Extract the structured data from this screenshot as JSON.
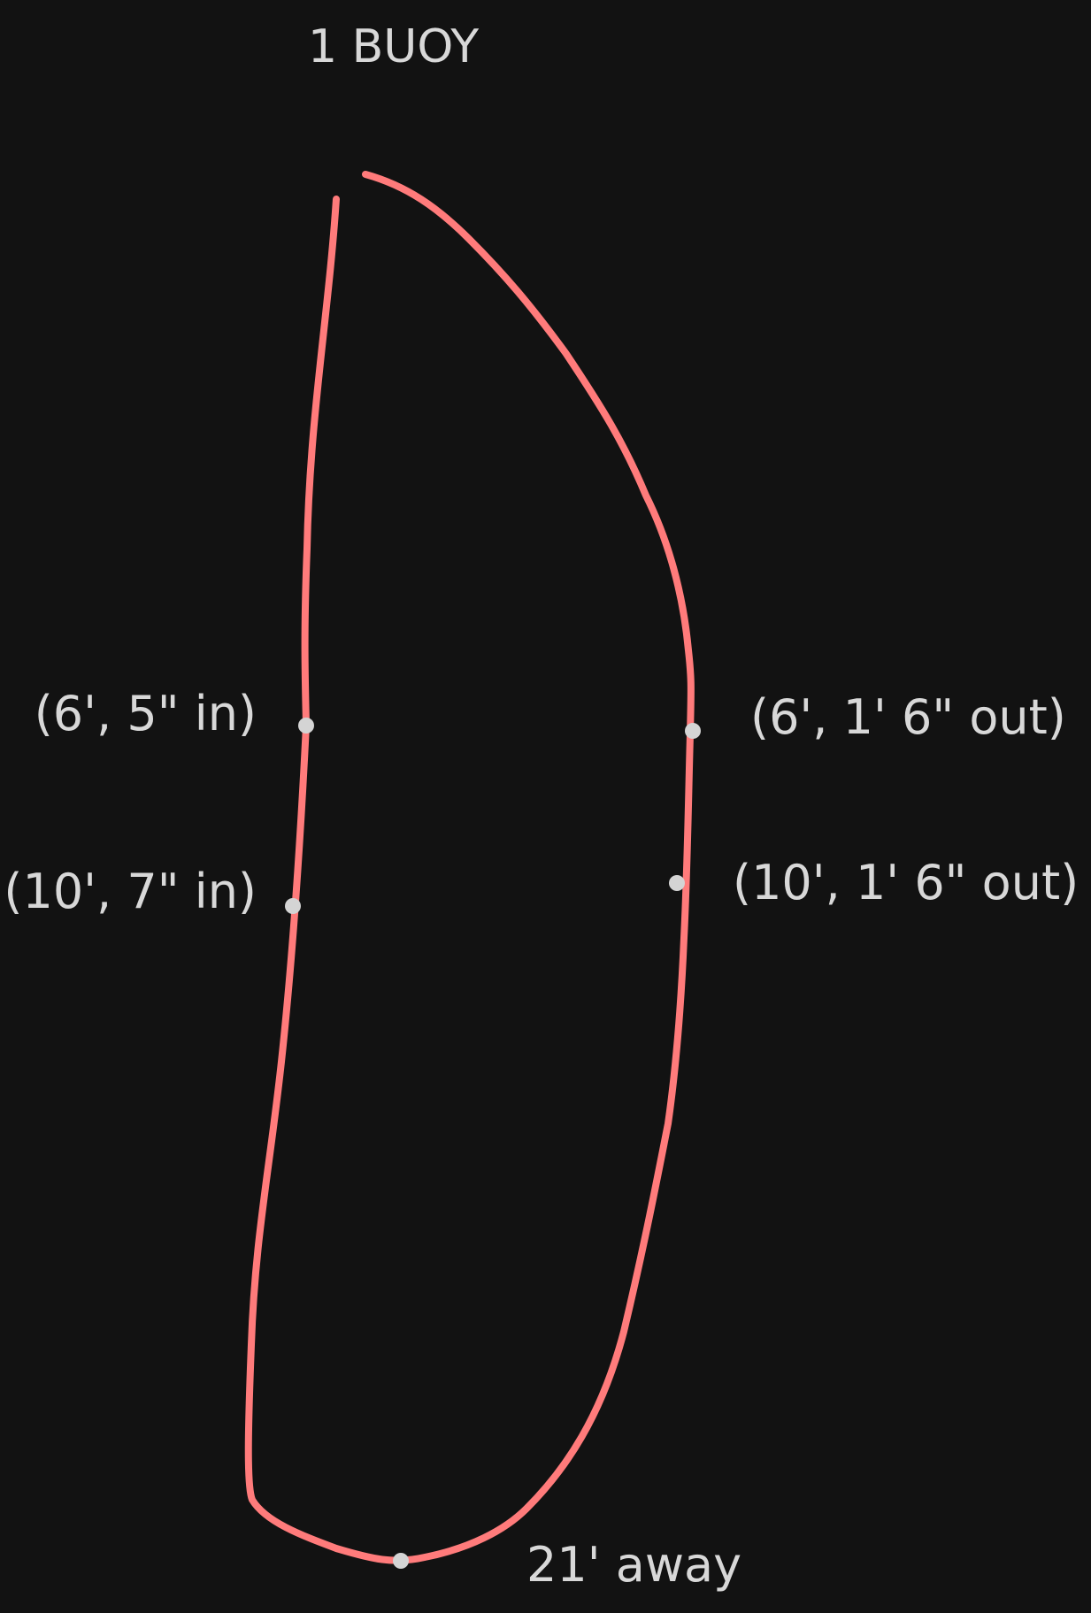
{
  "diagram": {
    "title": "1 BUOY",
    "colors": {
      "background": "#121212",
      "path": "#ff7b7b",
      "text": "#d8d8d8",
      "marker": "#d4d4d4"
    },
    "points": [
      {
        "id": "left-6",
        "label": "(6', 5\" in)"
      },
      {
        "id": "left-10",
        "label": "(10', 7\" in)"
      },
      {
        "id": "right-6",
        "label": "(6', 1' 6\" out)"
      },
      {
        "id": "right-10",
        "label": "(10', 1' 6\" out)"
      },
      {
        "id": "bottom",
        "label": "21' away"
      }
    ]
  }
}
